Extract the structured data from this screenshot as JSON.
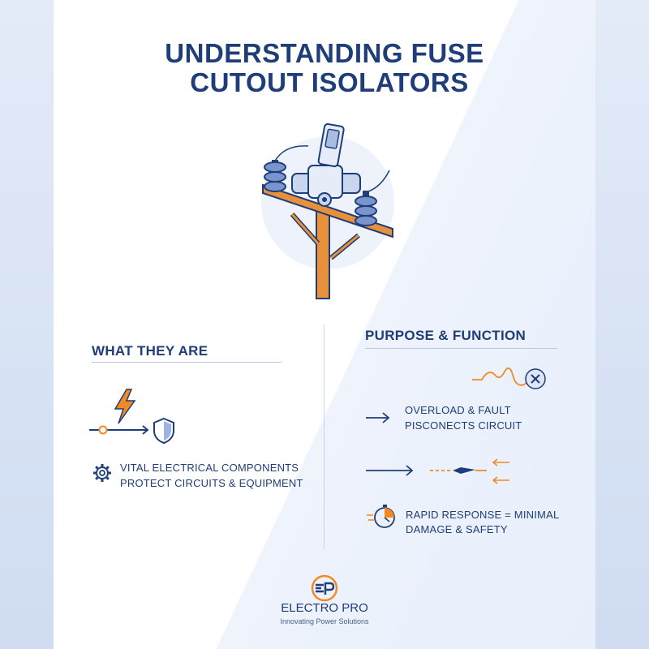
{
  "header": {
    "title_line1": "UNDERSTANDING FUSE",
    "title_line2": "CUTOUT ISOLATORS"
  },
  "left_section": {
    "heading": "WHAT THEY ARE",
    "desc_line1": "VITAL ELECTRICAL COMPONENTS",
    "desc_line2": "PROTECT CIRCUITS & EQUIPMENT",
    "icons": [
      "lightning-icon",
      "shield-icon",
      "gear-icon"
    ]
  },
  "right_section": {
    "heading": "PURPOSE & FUNCTION",
    "item1_line1": "OVERLOAD & FAULT",
    "item1_line2": "PISCONECTS CIRCUIT",
    "item2_line1": "RAPID RESPONSE = MINIMAL",
    "item2_line2": "DAMAGE & SAFETY",
    "icons": [
      "wave-icon",
      "close-icon",
      "arrow-right-icon",
      "arrows-converge-icon",
      "stopwatch-icon"
    ]
  },
  "footer": {
    "brand": "ELECTRO PRO",
    "tagline": "Innovating Power Solutions"
  },
  "colors": {
    "primary": "#1f3d78",
    "accent": "#f08a24",
    "light_blue": "#b9c8e3"
  }
}
